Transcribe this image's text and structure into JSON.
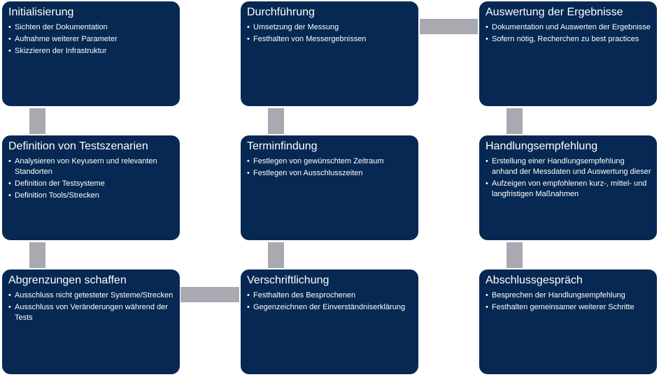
{
  "colors": {
    "box_background": "#062852",
    "box_text": "#ffffff",
    "connector": "#a9a9b1"
  },
  "boxes": [
    {
      "title": "Initialisierung",
      "items": [
        "Sichten der Dokumentation",
        "Aufnahme weiterer Parameter",
        "Skizzieren der Infrastruktur"
      ]
    },
    {
      "title": "Durchführung",
      "items": [
        "Umsetzung der Messung",
        "Festhalten von Messergebnissen"
      ]
    },
    {
      "title": "Auswertung der Ergebnisse",
      "items": [
        "Dokumentation und Auswerten der Ergebnisse",
        "Sofern nötig, Recherchen zu best practices"
      ]
    },
    {
      "title": "Definition von Testszenarien",
      "items": [
        "Analysieren von Keyusern und relevanten Standorten",
        "Definition der Testsysteme",
        "Definition Tools/Strecken"
      ]
    },
    {
      "title": "Terminfindung",
      "items": [
        "Festlegen von gewünschtem Zeitraum",
        "Festlegen von Ausschlusszeiten"
      ]
    },
    {
      "title": "Handlungsempfehlung",
      "items": [
        "Erstellung einer Handlungsempfehlung anhand der Messdaten und Auswertung dieser",
        "Aufzeigen von empfohlenen kurz-, mittel- und langfristigen Maßnahmen"
      ]
    },
    {
      "title": "Abgrenzungen schaffen",
      "items": [
        "Ausschluss nicht getesteter Systeme/Strecken",
        "Ausschluss von Veränderungen während der Tests"
      ]
    },
    {
      "title": "Verschriftlichung",
      "items": [
        "Festhalten des Besprochenen",
        "Gegenzeichnen der Einverständniserklärung"
      ]
    },
    {
      "title": "Abschlussgespräch",
      "items": [
        "Besprechen der Handlungsempfehlung",
        "Festhalten gemeinsamer weiterer Schritte"
      ]
    }
  ]
}
